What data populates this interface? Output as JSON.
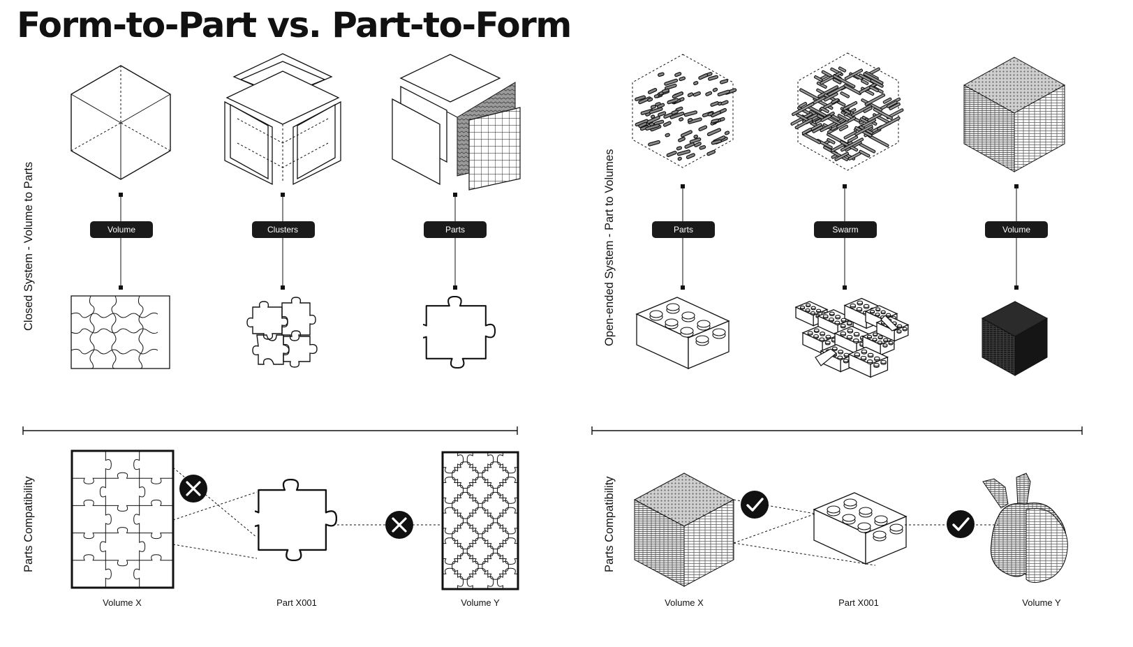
{
  "title": "Form-to-Part vs. Part-to-Form",
  "left_system": {
    "label": "Closed System - Volume to Parts",
    "items": [
      {
        "label": "Volume"
      },
      {
        "label": "Clusters"
      },
      {
        "label": "Parts"
      }
    ]
  },
  "right_system": {
    "label": "Open-ended System - Part to Volumes",
    "items": [
      {
        "label": "Parts"
      },
      {
        "label": "Swarm"
      },
      {
        "label": "Volume"
      }
    ]
  },
  "left_compat": {
    "label": "Parts Compatibility",
    "captions": [
      "Volume X",
      "Part X001",
      "Volume Y"
    ],
    "status": [
      "incompatible",
      "incompatible"
    ]
  },
  "right_compat": {
    "label": "Parts Compatibility",
    "captions": [
      "Volume X",
      "Part X001",
      "Volume Y"
    ],
    "status": [
      "compatible",
      "compatible"
    ]
  },
  "colors": {
    "ink": "#111111",
    "pill": "#1a1a1a",
    "pattern_gray": "#777777",
    "dark_cube": "#1f1f1f"
  },
  "icons": {
    "incompatible": "x-circle-icon",
    "compatible": "check-circle-icon"
  }
}
